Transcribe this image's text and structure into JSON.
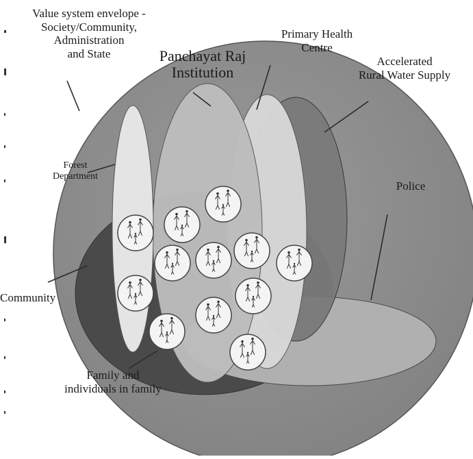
{
  "labels": {
    "envelope": [
      "Value system envelope -",
      "Society/Community,",
      "Administration",
      "and State"
    ],
    "panchayat": [
      "Panchayat Raj",
      "Institution"
    ],
    "phc": [
      "Primary Health",
      "Centre"
    ],
    "water": [
      "Accelerated",
      "Rural Water Supply"
    ],
    "forest": [
      "Forest",
      "Department"
    ],
    "police": "Police",
    "community": "Community",
    "family": [
      "Family and",
      "individuals in family"
    ]
  },
  "colors": {
    "envelope_fill": "#8e8e8e",
    "panchayat_fill": "#bdbdbd",
    "phc_fill": "#d9d9d9",
    "water_fill": "#7a7a7a",
    "forest_fill": "#e4e4e4",
    "community_fill": "#4a4a4a",
    "police_fill": "#b0b0b0",
    "family_circle_fill": "#f4f4f4",
    "line": "#2b2b2b"
  },
  "family_circle_count": 12
}
